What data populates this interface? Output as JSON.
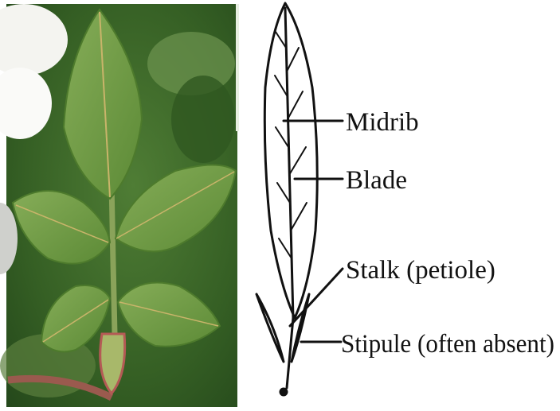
{
  "diagram": {
    "labels": [
      {
        "id": "midrib",
        "text": "Midrib"
      },
      {
        "id": "blade",
        "text": "Blade"
      },
      {
        "id": "stalk",
        "text": "Stalk (petiole)"
      },
      {
        "id": "stipule",
        "text": "Stipule (often absent)"
      }
    ]
  },
  "colors": {
    "ink": "#111111",
    "leaf_green": "#6f9a45",
    "leaf_dark": "#4d7a2c",
    "background_green": "#3f6b2a",
    "stem_red": "#b45a55"
  }
}
